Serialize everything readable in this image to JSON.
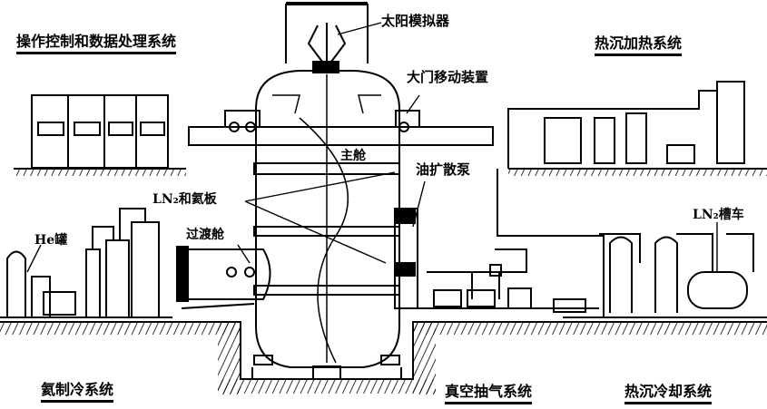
{
  "title": "空间环境模拟设备系统示意图",
  "systems": {
    "control": "操作控制和数据处理系统",
    "sink_heating": "热沉加热系统",
    "helium_refrigeration": "氦制冷系统",
    "vacuum_pumping": "真空抽气系统",
    "sink_cooling": "热沉冷却系统"
  },
  "components": {
    "solar_simulator": "太阳模拟器",
    "door_mover": "大门移动装置",
    "main_chamber": "主舱",
    "diffusion_pump": "油扩散泵",
    "ln2_panels": "LN₂和氦板",
    "he_tank": "He罐",
    "transfer_chamber": "过渡舱",
    "ln2_tanker": "LN₂槽车"
  }
}
